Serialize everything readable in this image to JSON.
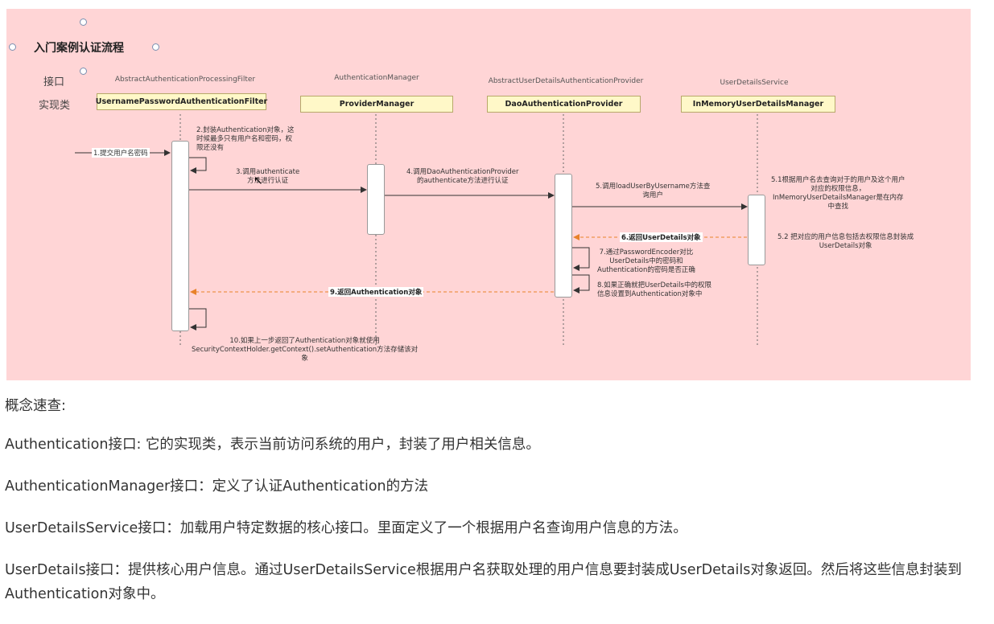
{
  "diagram": {
    "title": "入门案例认证流程",
    "row_labels": {
      "interface": "接口",
      "impl": "实现类"
    },
    "interfaces": [
      "AbstractAuthenticationProcessingFilter",
      "AuthenticationManager",
      "AbstractUserDetailsAuthenticationProvider",
      "UserDetailsService"
    ],
    "classes": [
      "UsernamePasswordAuthenticationFilter",
      "ProviderManager",
      "DaoAuthenticationProvider",
      "InMemoryUserDetailsManager"
    ],
    "steps": {
      "s1": "1.提交用户名密码",
      "s2": "2.封装Authentication对象，这\n时候最多只有用户名和密码，权\n限还没有",
      "s3": "3.调用authenticate\n方法进行认证",
      "s4": "4.调用DaoAuthenticationProvider\n的authenticate方法进行认证",
      "s5": "5.调用loadUserByUsername方法查\n询用户",
      "s5_1": "5.1根据用户名去查询对于的用户及这个用户\n对应的权限信息，\nInMemoryUserDetailsManager是在内存\n中查找",
      "s5_2": "5.2 把对应的用户信息包括去权限信息封装成\nUserDetails对象",
      "s6": "6.返回UserDetails对象",
      "s7": "7.通过PasswordEncoder对比\nUserDetails中的密码和\nAuthentication的密码是否正确",
      "s8": "8.如果正确就把UserDetails中的权限\n信息设置到Authentication对象中",
      "s9": "9.返回Authentication对象",
      "s10": "10.如果上一步返回了Authentication对象就使用\nSecurityContextHolder.getContext().setAuthentication方法存储该对\n象"
    }
  },
  "content": {
    "heading": "概念速查:",
    "paragraphs": [
      "Authentication接口: 它的实现类，表示当前访问系统的用户，封装了用户相关信息。",
      "AuthenticationManager接口：定义了认证Authentication的方法",
      "UserDetailsService接口：加载用户特定数据的核心接口。里面定义了一个根据用户名查询用户信息的方法。",
      "UserDetails接口：提供核心用户信息。通过UserDetailsService根据用户名获取处理的用户信息要封装成UserDetails对象返回。然后将这些信息封装到Authentication对象中。"
    ]
  },
  "colors": {
    "diagram_bg": "#ffd5d6",
    "class_box": "#fff8c8",
    "return_arrow": "#e8822a"
  },
  "icons": {
    "cursor": "mouse-cursor-icon",
    "handles": "selection-handle-icon"
  }
}
